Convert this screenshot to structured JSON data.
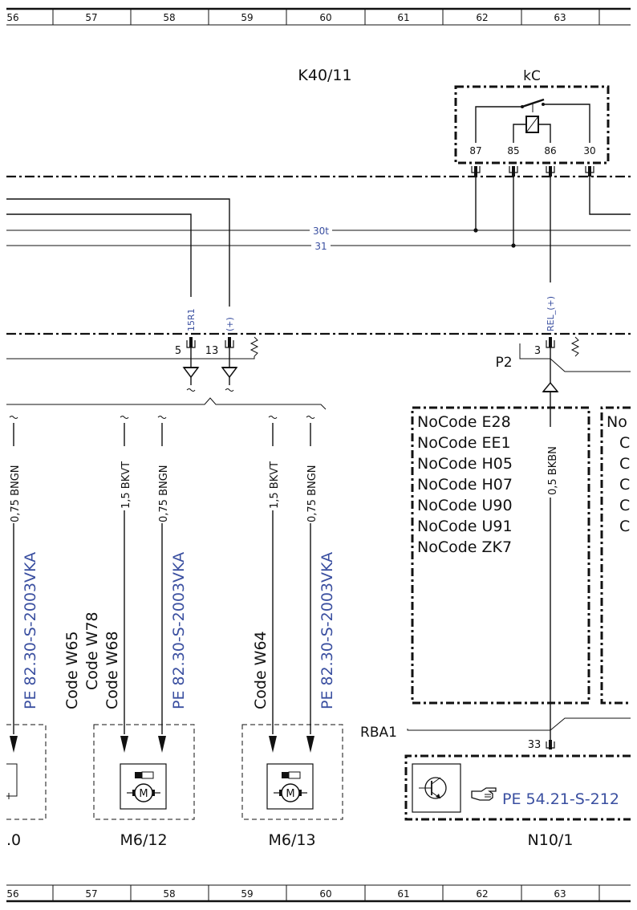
{
  "grid": {
    "columns": [
      "56",
      "57",
      "58",
      "59",
      "60",
      "61",
      "62",
      "63"
    ]
  },
  "relay": {
    "module_label": "K40/11",
    "label": "kC",
    "pins": [
      "87",
      "85",
      "86",
      "30"
    ]
  },
  "buses": {
    "bus_30t": "30t",
    "bus_31": "31"
  },
  "connector": {
    "wire_15r1": "15R1",
    "wire_plus": "(+)",
    "wire_rel": "REL_(+)",
    "pin_5": "5",
    "pin_13": "13",
    "pin_3": "3",
    "p2_label": "P2"
  },
  "no_codes_left": [
    "NoCode E28",
    "NoCode EE1",
    "NoCode H05",
    "NoCode H07",
    "NoCode U90",
    "NoCode U91",
    "NoCode ZK7"
  ],
  "no_codes_right": {
    "first": "No",
    "rest": [
      "C",
      "C",
      "C",
      "C",
      "C"
    ]
  },
  "wires": {
    "w1": "0,75 BNGN",
    "w2": "1,5 BKVT",
    "w3": "0,75 BNGN",
    "w4": "1,5 BKVT",
    "w5": "0,75 BNGN",
    "w6": "0,5 BKBN"
  },
  "refs": {
    "r1": "PE 82.30-S-2003VKA",
    "r2": "PE 82.30-S-2003VKA",
    "r3": "PE 82.30-S-2003VKA",
    "r4": "PE 54.21-S-212"
  },
  "codes": {
    "group1": [
      "Code W65",
      "Code W78",
      "Code W68"
    ],
    "group2": [
      "Code W64"
    ]
  },
  "components": {
    "m_left": ".0",
    "m612": "M6/12",
    "m613": "M6/13",
    "n101": "N10/1",
    "rba1": "RBA1",
    "pin_33": "33",
    "motor_symbol": "M"
  },
  "icons": {
    "motor": "motor-icon",
    "transistor": "transistor-icon",
    "hand_pointer": "hand-pointer-icon",
    "ground": "ground-icon",
    "resistor": "resistor-icon"
  }
}
